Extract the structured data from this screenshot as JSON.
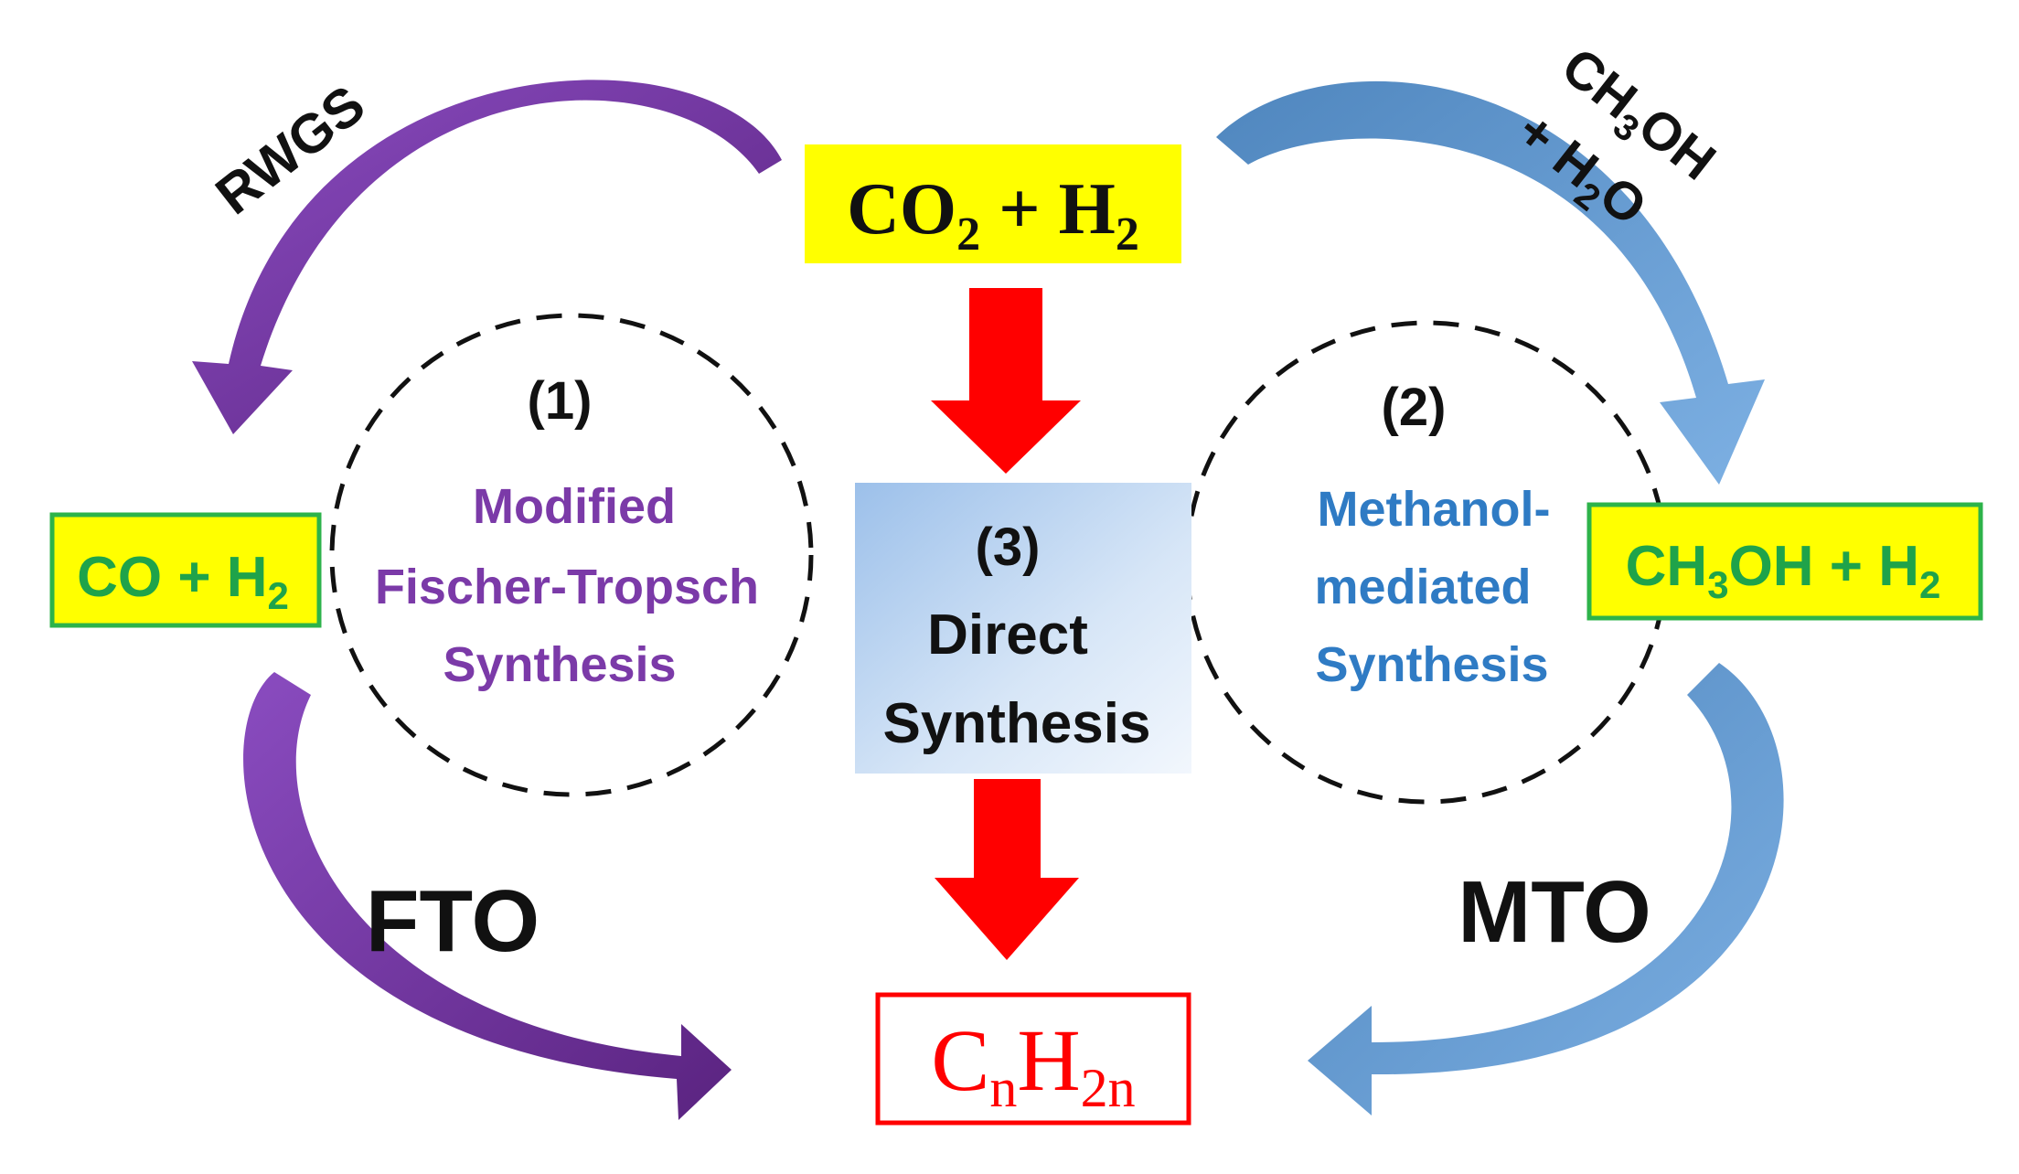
{
  "colors": {
    "purple": "#6a2d91",
    "purple_text": "#7b3aa8",
    "blue": "#5b93cc",
    "blue_text": "#2f7bc4",
    "red": "#ff0000",
    "yellow": "#ffff00",
    "green_border": "#2db34a",
    "green_text": "#1fa34a",
    "black": "#111111"
  },
  "nodes": {
    "top": {
      "main": "CO",
      "sub1": "2",
      "plus": " + H",
      "sub2": "2"
    },
    "left": {
      "main": "CO + H",
      "sub": "2"
    },
    "right": {
      "main1": "CH",
      "sub1": "3",
      "main2": "OH + H",
      "sub2": "2"
    },
    "bottom": {
      "c": "C",
      "n": "n",
      "h": "H",
      "n2": "2n"
    }
  },
  "routes": {
    "one": {
      "number": "(1)",
      "line1": "Modified",
      "line2": "Fischer-Tropsch",
      "line3": "Synthesis"
    },
    "two": {
      "number": "(2)",
      "line1": "Methanol-",
      "line2": "mediated",
      "line3": "Synthesis"
    },
    "three": {
      "number": "(3)",
      "line1": "Direct",
      "line2": "Synthesis"
    }
  },
  "labels": {
    "rwgs": "RWGS",
    "ch3oh_1": "CH",
    "ch3oh_sub": "3",
    "ch3oh_2": "OH",
    "h2o_1": "+ H",
    "h2o_sub": "2",
    "h2o_2": "O",
    "fto": "FTO",
    "mto": "MTO"
  }
}
